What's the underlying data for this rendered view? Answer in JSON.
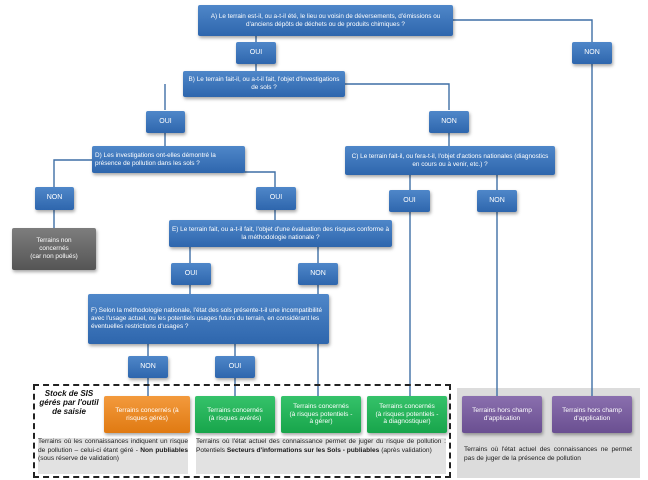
{
  "questions": {
    "a": "A) Le terrain est-il, ou a-t-il été, le lieu ou voisin de déversements, d'émissions ou d'anciens dépôts de déchets ou de produits chimiques ?",
    "b": "B) Le terrain fait-il, ou a-t-il fait, l'objet d'investigations de sols ?",
    "c": "C) Le terrain fait-il, ou fera-t-il, l'objet d'actions nationales (diagnostics en cours ou à venir, etc.) ?",
    "d": "D) Les investigations ont-elles démontré la présence de pollution dans les sols ?",
    "e": "E) Le terrain fait, ou a-t-il fait, l'objet d'une évaluation des risques conforme à la méthodologie nationale ?",
    "f": "F) Selon la méthodologie nationale, l'état des sols présente-t-il une incompatibilité avec l'usage actuel, ou les potentiels usages futurs du terrain, en considérant les éventuelles restrictions d'usages ?"
  },
  "answers": {
    "oui": "OUI",
    "non": "NON"
  },
  "outcomes": {
    "non_concernes": "Terrains non\nconcernés\n(car non pollués)",
    "risques_geres": "Terrains concernés (à\nrisques gérés)",
    "risques_averes": "Terrains concernés\n(à risques avérés)",
    "risques_potentiels_gerer": "Terrains concernés\n(à risques potentiels -\nà gérer)",
    "risques_potentiels_diagnostiquer": "Terrains concernés\n(à risques potentiels -\nà diagnostiquer)",
    "hors_champ": "Terrains hors champ\nd'application"
  },
  "stock_label": "Stock de SIS gérés par l'outil de saisie",
  "notes": {
    "left_main": "Terrains où les connaissances indiquent un risque de pollution – celui-ci étant géré -",
    "left_bold": "Non publiables",
    "left_tail": "(sous réserve de validation)",
    "middle_main": "Terrains où l'état actuel des connaissance permet de juger du risque de pollution : Potentiels",
    "middle_bold": "Secteurs d'informations sur les Sols - publiables",
    "middle_tail": "(après validation)",
    "right": "Terrains où l'état actuel des connaissances ne permet pas de juger de la présence de pollution"
  }
}
